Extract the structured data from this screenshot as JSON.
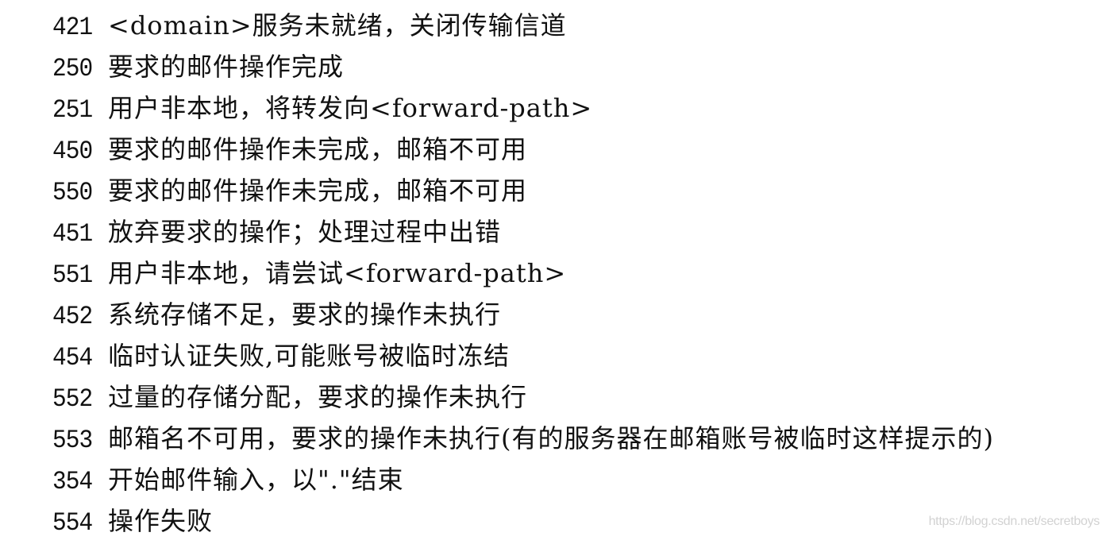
{
  "document": {
    "title": "SMTP reply codes",
    "rows": [
      {
        "code": "421",
        "description": "<domain>服务未就绪，关闭传输信道"
      },
      {
        "code": "250",
        "description": "要求的邮件操作完成"
      },
      {
        "code": "251",
        "description": "用户非本地，将转发向<forward-path>"
      },
      {
        "code": "450",
        "description": "要求的邮件操作未完成，邮箱不可用"
      },
      {
        "code": "550",
        "description": "要求的邮件操作未完成，邮箱不可用"
      },
      {
        "code": "451",
        "description": "放弃要求的操作；处理过程中出错"
      },
      {
        "code": "551",
        "description": "用户非本地，请尝试<forward-path>"
      },
      {
        "code": "452",
        "description": "系统存储不足，要求的操作未执行"
      },
      {
        "code": "454",
        "description": "临时认证失败,可能账号被临时冻结"
      },
      {
        "code": "552",
        "description": "过量的存储分配，要求的操作未执行"
      },
      {
        "code": "553",
        "description": "邮箱名不可用，要求的操作未执行(有的服务器在邮箱账号被临时这样提示的)"
      },
      {
        "code": "354",
        "description": "开始邮件输入，以\".\"结束"
      },
      {
        "code": "554",
        "description": "操作失败"
      }
    ]
  },
  "watermark": {
    "text": "https://blog.csdn.net/secretboys"
  },
  "colors": {
    "text": "#111111",
    "background": "#ffffff",
    "watermark": "#d2d2d2"
  }
}
